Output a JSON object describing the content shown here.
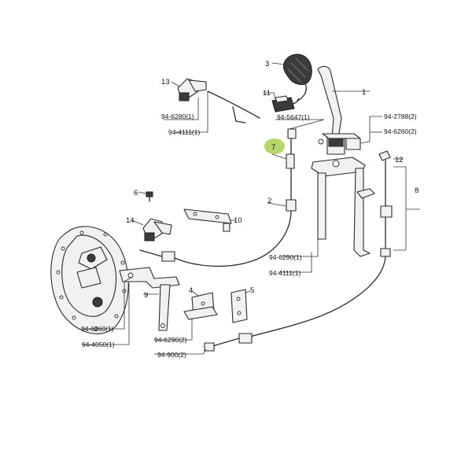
{
  "callouts": {
    "c1": "1",
    "c2": "2",
    "c3": "3",
    "c4": "4",
    "c5": "5",
    "c6": "6",
    "c7": "7",
    "c8": "8",
    "c9": "9",
    "c10": "10",
    "c11": "11",
    "c12": "12",
    "c13": "13",
    "c14": "14"
  },
  "refs": {
    "r_6280": "94-6280(1)",
    "r_4111_top": "94-4111(1)",
    "r_5647": "94-5647(1)",
    "r_2788": "94-2788(2)",
    "r_6260_top": "94-6260(2)",
    "r_6290_1": "94-6290(1)",
    "r_4111_mid": "94-4111(1)",
    "r_6260_left": "94-6260(1)",
    "r_4050": "94-4050(1)",
    "r_6290_2": "94-6290(2)",
    "r_900": "94-900(2)"
  },
  "colors": {
    "highlight": "#b5d66b",
    "line": "#2a2a2a"
  }
}
